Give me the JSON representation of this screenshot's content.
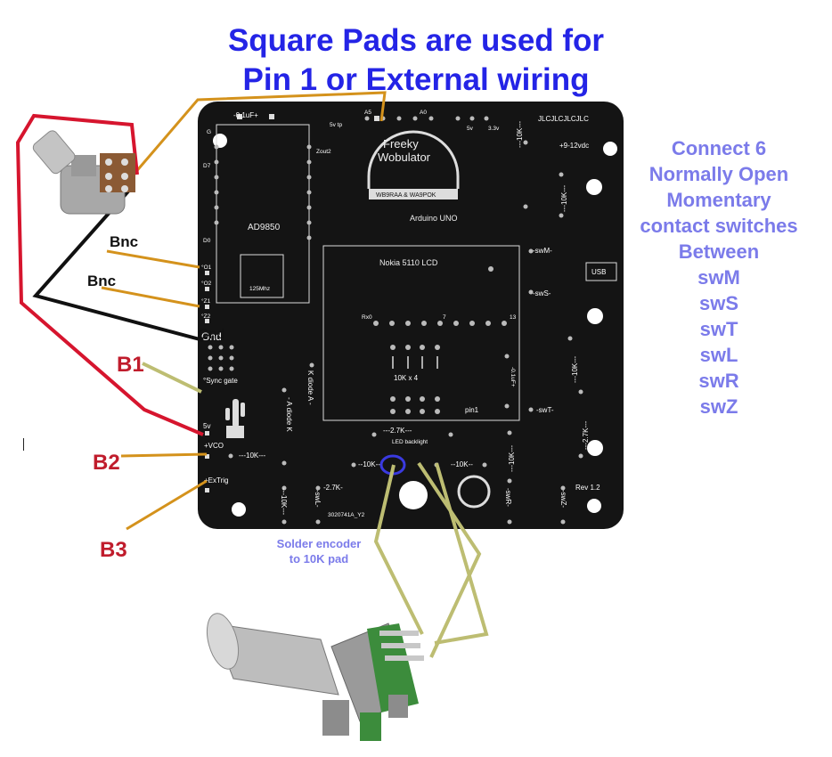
{
  "title": {
    "line1": "Square Pads are used for",
    "line2": "Pin 1 or External wiring"
  },
  "side_note": {
    "lines": [
      "Connect 6",
      "Normally Open",
      "Momentary",
      "contact switches",
      "Between",
      "swM",
      "swS",
      "swT",
      "swL",
      "swR",
      "swZ"
    ]
  },
  "labels": {
    "bnc1": "Bnc",
    "bnc2": "Bnc",
    "b1": "B1",
    "b2": "B2",
    "b3": "B3",
    "gnd": "Gnd",
    "solder_line1": "Solder encoder",
    "solder_line2": "to 10K pad"
  },
  "pcb": {
    "cap_top": "-0.1uF+",
    "a5": "A5",
    "a0": "A0",
    "v5tp": "5v tp",
    "v5": "5v",
    "v33": "3.3v",
    "jlc": "JLCJLCJLCJLC",
    "power": "+9-12vdc",
    "logo_line1": "Freeky",
    "logo_line2": "Wobulator",
    "logo_line3": "WB9RAA & WA9POK",
    "zout2": "Zout2",
    "g": "G",
    "d7": "D7",
    "d0": "D0",
    "dds": "AD9850",
    "xtal": "125Mhz",
    "arduino": "Arduino UNO",
    "lcd": "Nokia 5110 LCD",
    "usb": "USB",
    "rx0": "Rx0",
    "pin7": "7",
    "pin13": "13",
    "res_array": "10K x 4",
    "pin1": "pin1",
    "cap_right": "-0.1uF+",
    "o1": "°O1",
    "o2": "°O2",
    "z1": "°Z1",
    "z2": "°Z2",
    "gnd": "Gnd",
    "sync": "°Sync gate",
    "v5b": "5v",
    "vco": "+VCO",
    "extrig": "+ExTrig",
    "r10k_vco": "---10K---",
    "diode_a_k": "- A diode K",
    "diode_k_a": "K diode A -",
    "sw_m": "-swM-",
    "sw_s": "-swS-",
    "sw_t": "-swT-",
    "sw_l": "-swL-",
    "sw_r": "-swR-",
    "sw_z": "-swZ-",
    "r10k_a": "---10K---",
    "r10k_b": "---10K---",
    "r10k_c": "---10K---",
    "r27k": "---2.7K---",
    "r27k_b": "---2.7K---",
    "r10k_right": "---10K---",
    "r10k_enc_l": "--10K--",
    "r10k_enc_r": "--10K--",
    "r10k_sw": "---10K---",
    "r10k_low": "---10K---",
    "r27k_low": "-2.7K-",
    "led": "LED backlight",
    "code": "3020741A_Y2",
    "rev": "Rev 1.2"
  }
}
